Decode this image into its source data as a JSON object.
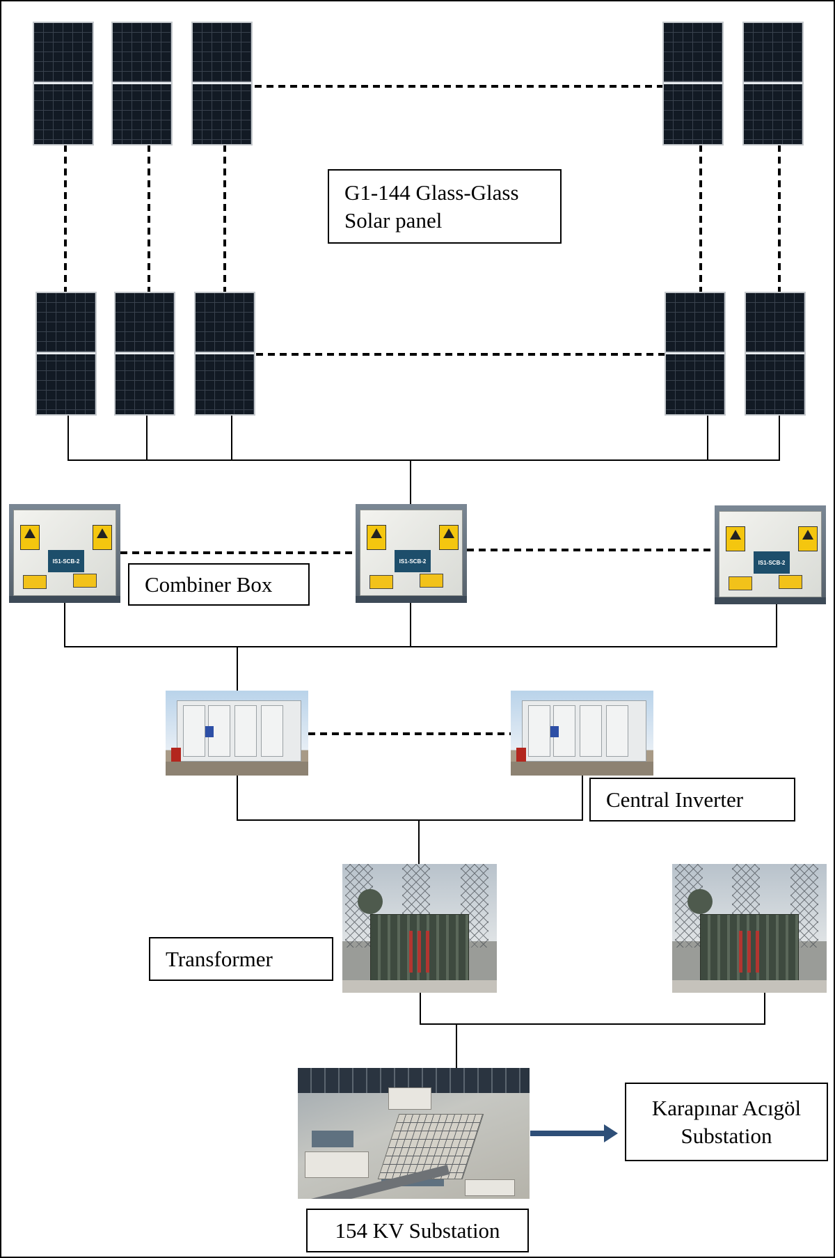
{
  "labels": {
    "solar_panel_line1": "G1-144 Glass-Glass",
    "solar_panel_line2": "Solar panel",
    "combiner_box": "Combiner Box",
    "central_inverter": "Central Inverter",
    "transformer": "Transformer",
    "substation_154kv": "154 KV Substation",
    "destination_line1": "Karapınar Acıgöl",
    "destination_line2": "Substation"
  },
  "combiner_tag": "IS1-SCB-2",
  "icons": {
    "solar_panel": "solar-panel-icon",
    "combiner_box": "combiner-box-photo",
    "central_inverter": "central-inverter-photo",
    "transformer": "transformer-photo",
    "substation": "substation-aerial-photo",
    "flow_arrow": "arrow-right-icon"
  },
  "colors": {
    "arrow": "#2e4f78",
    "wire": "#000000",
    "panel_cell": "#121a24"
  }
}
